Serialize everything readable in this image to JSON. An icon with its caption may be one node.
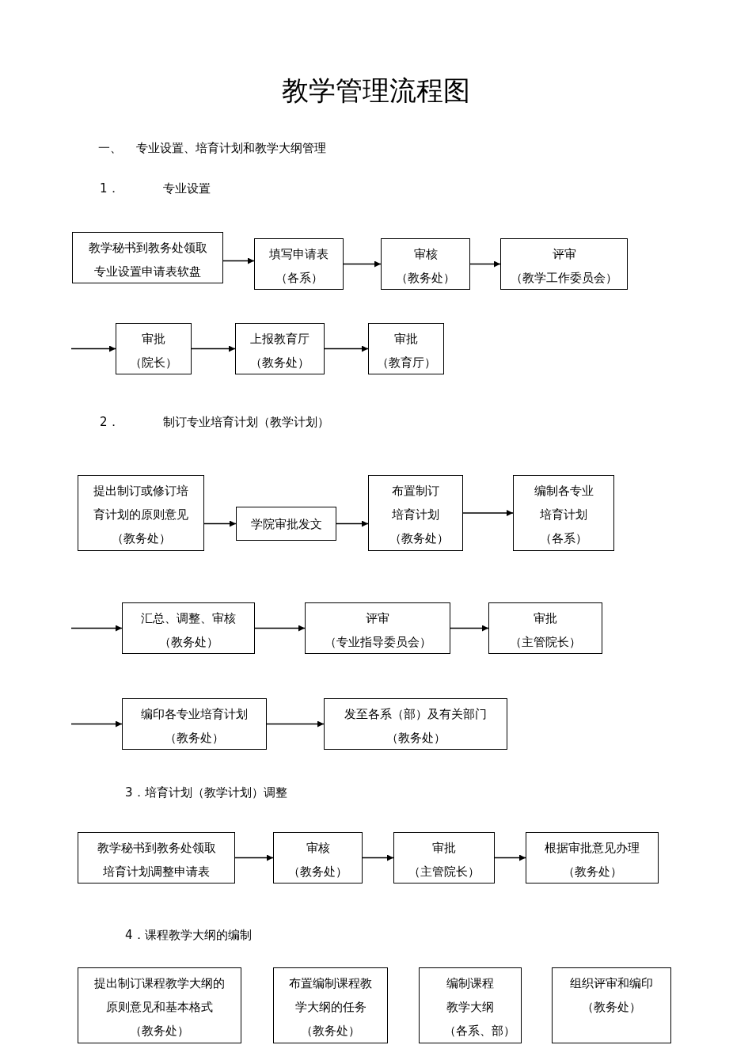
{
  "diagram": {
    "title": "教学管理流程图",
    "nodes": [
      {
        "text": [
          "教学秘书到教务处领取专业设置申请表软盘"
        ]
      },
      {
        "text": [
          "填写申请表",
          "（各系）"
        ]
      },
      {
        "text": [
          "审核",
          "（教务处）"
        ]
      },
      {
        "text": [
          "评审",
          "（教学工作委员会）"
        ]
      },
      {
        "text": [
          "审批",
          "（院长）"
        ]
      },
      {
        "text": [
          "上报教育厅",
          "（教务处）"
        ]
      },
      {
        "text": [
          "审批",
          "（教育厅）"
        ]
      },
      {
        "text": [
          "提出制订或修订培育计划的原则意见",
          "（教务处）"
        ]
      },
      {
        "text": [
          "学院审批发文"
        ]
      },
      {
        "text": [
          "布置制订培育计划",
          "（教务处）"
        ]
      },
      {
        "text": [
          "编制各专业培育计划",
          "（各系）"
        ]
      },
      {
        "text": [
          "汇总、调整、审核",
          "（教务处）"
        ]
      },
      {
        "text": [
          "评审",
          "（专业指导委员会）"
        ]
      },
      {
        "text": [
          "审批",
          "（主管院长）"
        ]
      },
      {
        "text": [
          "编印各专业培育计划",
          "（教务处）"
        ]
      },
      {
        "text": [
          "发至各系（部）及有关部门",
          "（教务处）"
        ]
      },
      {
        "text": [
          "教学秘书到教务处领取培育计划调整申请表"
        ]
      },
      {
        "text": [
          "审核",
          "（教务处）"
        ]
      },
      {
        "text": [
          "审批",
          "（主管院长）"
        ]
      },
      {
        "text": [
          "根据审批意见办理",
          "（教务处）"
        ]
      },
      {
        "text": [
          "提出制订课程教学大纲的原则意见和基本格式",
          "（教务处）"
        ]
      },
      {
        "text": [
          "布置编制课程教学大纲的任务",
          "（教务处）"
        ]
      },
      {
        "text": [
          "编制课程教学大纲",
          "（各系、部）"
        ]
      },
      {
        "text": [
          "组织评审和编印",
          "（教务处）"
        ]
      }
    ],
    "edges": [
      {
        "from": 0,
        "to": 1,
        "arrow": "to"
      },
      {
        "from": 1,
        "to": 2,
        "arrow": "to"
      },
      {
        "from": 2,
        "to": 3,
        "arrow": "to"
      },
      {
        "from": null,
        "to": 4,
        "arrow": "to"
      },
      {
        "from": 4,
        "to": 5,
        "arrow": "to"
      },
      {
        "from": 5,
        "to": 6,
        "arrow": "to"
      },
      {
        "from": 7,
        "to": 8,
        "arrow": "to"
      },
      {
        "from": 8,
        "to": 9,
        "arrow": "to"
      },
      {
        "from": 9,
        "to": 10,
        "arrow": "to"
      },
      {
        "from": null,
        "to": 11,
        "arrow": "to"
      },
      {
        "from": 11,
        "to": 12,
        "arrow": "to"
      },
      {
        "from": 12,
        "to": 13,
        "arrow": "to"
      },
      {
        "from": null,
        "to": 14,
        "arrow": "to"
      },
      {
        "from": 14,
        "to": 15,
        "arrow": "to"
      },
      {
        "from": 16,
        "to": 17,
        "arrow": "to"
      },
      {
        "from": 17,
        "to": 18,
        "arrow": "to"
      },
      {
        "from": 18,
        "to": 19,
        "arrow": "to"
      }
    ],
    "labels": [
      "一、",
      "专业设置、培育计划和教学大纲管理",
      "1．",
      "专业设置",
      "2．",
      "制订专业培育计划（教学计划）",
      "3．培育计划（教学计划）调整",
      "4．课程教学大纲的编制"
    ]
  }
}
